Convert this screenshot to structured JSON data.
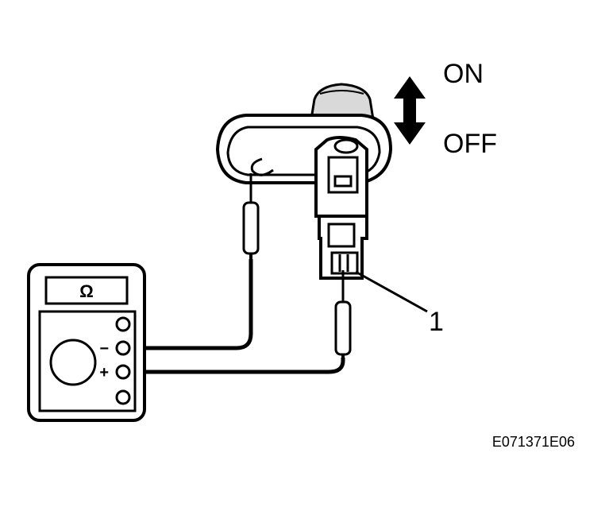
{
  "labels": {
    "on": "ON",
    "off": "OFF",
    "callout": "1",
    "figure_code": "E071371E06"
  },
  "meter": {
    "display": "Ω",
    "minus": "−",
    "plus": "+"
  },
  "colors": {
    "ink": "#000000",
    "paper": "#ffffff",
    "shade": "#d9d9d9"
  }
}
